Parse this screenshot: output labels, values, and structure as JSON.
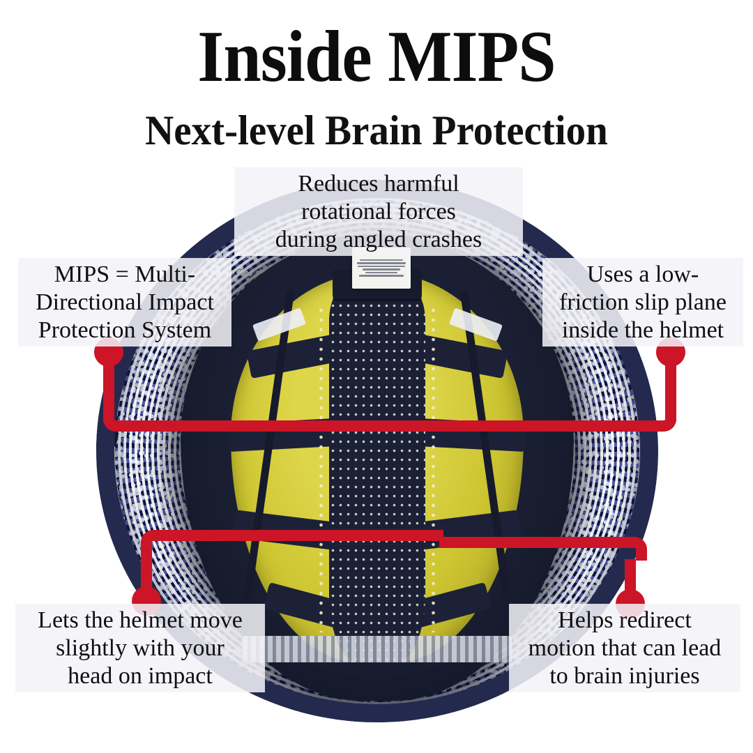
{
  "header": {
    "title": "Inside MIPS",
    "subtitle": "Next-level Brain Protection"
  },
  "colors": {
    "accent_red": "#cc1526",
    "helmet_navy": "#2b3157",
    "mips_yellow": "#cdc531",
    "text_dark": "#0f0f12",
    "callout_bg": "#f3f3f8",
    "background": "#ffffff"
  },
  "photo": {
    "alt_name": "helmet-interior-photo",
    "description": "Top-down view inside a navy and white bicycle helmet showing the yellow MIPS liner"
  },
  "callouts": [
    {
      "id": "top",
      "text": "Reduces harmful\nrotational forces\nduring angled crashes",
      "align": "center"
    },
    {
      "id": "left",
      "text": "MIPS = Multi-\nDirectional Impact\nProtection System",
      "align": "center"
    },
    {
      "id": "right",
      "text": "Uses a low-\nfriction slip plane\ninside the helmet",
      "align": "center"
    },
    {
      "id": "bottom-left",
      "text": "Lets the helmet move\nslightly with your\nhead on impact",
      "align": "center"
    },
    {
      "id": "bottom-right",
      "text": "Helps redirect\nmotion that can lead\nto brain injuries",
      "align": "center"
    }
  ]
}
